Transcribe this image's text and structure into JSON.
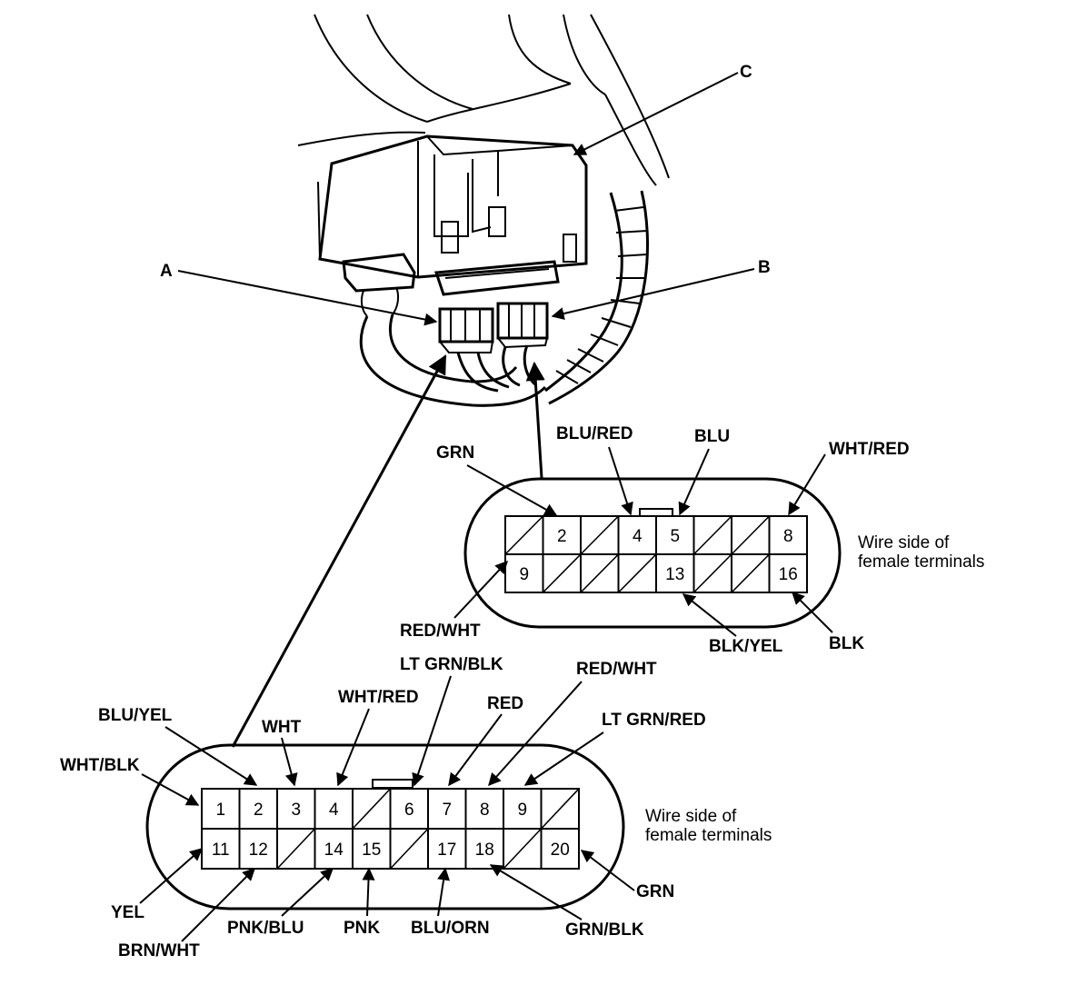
{
  "callouts": {
    "a": "A",
    "b": "B",
    "c": "C"
  },
  "connector_16": {
    "note_line1": "Wire side of",
    "note_line2": "female terminals",
    "top_row": [
      "",
      "2",
      "",
      "4",
      "5",
      "",
      "",
      "8"
    ],
    "bottom_row": [
      "9",
      "",
      "",
      "",
      "13",
      "",
      "",
      "16"
    ],
    "wires": {
      "grn": "GRN",
      "blu_red": "BLU/RED",
      "blu": "BLU",
      "wht_red": "WHT/RED",
      "red_wht": "RED/WHT",
      "blk_yel": "BLK/YEL",
      "blk": "BLK"
    }
  },
  "connector_20": {
    "note_line1": "Wire side of",
    "note_line2": "female terminals",
    "top_row": [
      "1",
      "2",
      "3",
      "4",
      "",
      "6",
      "7",
      "8",
      "9",
      ""
    ],
    "bottom_row": [
      "11",
      "12",
      "",
      "14",
      "15",
      "",
      "17",
      "18",
      "",
      "20"
    ],
    "wires": {
      "blu_yel": "BLU/YEL",
      "wht_blk": "WHT/BLK",
      "wht": "WHT",
      "wht_red": "WHT/RED",
      "lt_grn_blk": "LT GRN/BLK",
      "red": "RED",
      "red_wht": "RED/WHT",
      "lt_grn_red": "LT GRN/RED",
      "yel": "YEL",
      "brn_wht": "BRN/WHT",
      "pnk_blu": "PNK/BLU",
      "pnk": "PNK",
      "blu_orn": "BLU/ORN",
      "grn_blk": "GRN/BLK",
      "grn": "GRN"
    }
  }
}
